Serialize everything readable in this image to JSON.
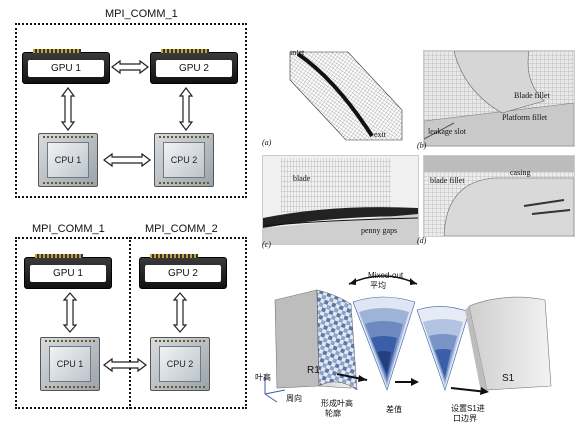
{
  "top_cluster": {
    "title": "MPI_COMM_1",
    "gpu1": "GPU 1",
    "gpu2": "GPU 2",
    "cpu1": "CPU 1",
    "cpu2": "CPU 2"
  },
  "bottom_cluster": {
    "title_left": "MPI_COMM_1",
    "title_right": "MPI_COMM_2",
    "gpu1": "GPU 1",
    "gpu2": "GPU 2",
    "cpu1": "CPU 1",
    "cpu2": "CPU 2"
  },
  "mesh_panels": {
    "a": {
      "sub": "(a)",
      "inlet": "inlet",
      "exit": "exit"
    },
    "b": {
      "sub": "(b)",
      "blade_fillet": "Blade fillet",
      "platform_fillet": "Platform fillet",
      "leakage_slot": "leakage slot"
    },
    "c": {
      "sub": "(c)",
      "blade": "blade",
      "penny_gaps": "penny gaps"
    },
    "d": {
      "sub": "(d)",
      "blade_fillet": "blade fillet",
      "casing": "casing"
    }
  },
  "mixing_plane": {
    "mixed_out": "Mixed-out",
    "average": "平均",
    "r1": "R1",
    "s1": "S1",
    "axis_blade_height": "叶高",
    "axis_circumferential": "周向",
    "step1": "形成叶高",
    "step1b": "轮廓",
    "step2": "差值",
    "step3": "设置S1进",
    "step3b": "口边界"
  },
  "colors": {
    "blade_blue": "#3a5fa8",
    "mesh_gray": "#9a9a9a"
  }
}
